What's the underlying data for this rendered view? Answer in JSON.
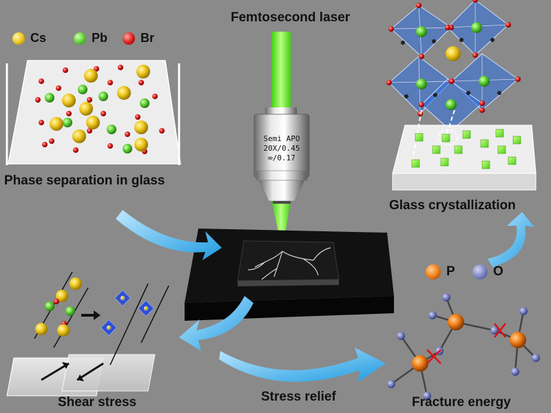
{
  "labels": {
    "laser": "Femtosecond laser",
    "phase_separation": "Phase separation in glass",
    "glass_crystallization": "Glass crystallization",
    "shear_stress": "Shear stress",
    "stress_relief": "Stress relief",
    "fracture_energy": "Fracture energy"
  },
  "objective": {
    "line1": "Semi APO",
    "line2": "20X/0.45",
    "line3": "∞/0.17"
  },
  "legend_elements": [
    {
      "symbol": "Cs",
      "color": "#e8c21a"
    },
    {
      "symbol": "Pb",
      "color": "#5fd23a"
    },
    {
      "symbol": "Br",
      "color": "#e02020"
    }
  ],
  "legend_atoms": [
    {
      "symbol": "P",
      "color": "#f0801a"
    },
    {
      "symbol": "O",
      "color": "#7e87c4"
    }
  ],
  "colors": {
    "background": "#8a8a8a",
    "laser_green": "#7cff3c",
    "arrow_blue": "#1e9be0",
    "stage": "#111111",
    "octahedron": "#2f6fe0"
  }
}
